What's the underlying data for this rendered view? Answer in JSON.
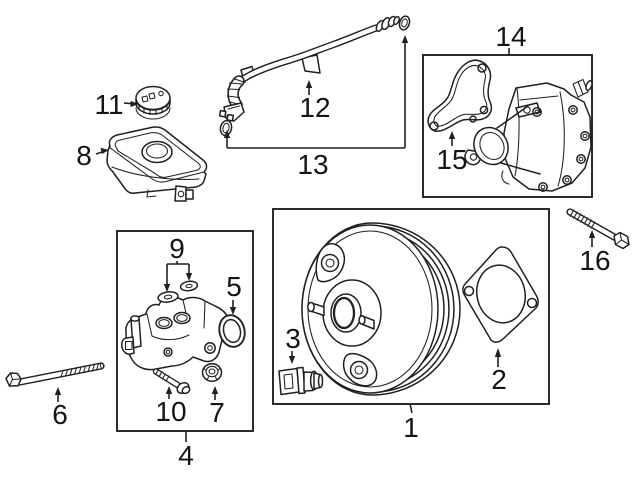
{
  "diagram": {
    "kind": "exploded-parts-line-diagram",
    "background_color": "#ffffff",
    "line_color": "#231f20",
    "label_color": "#141414"
  },
  "callouts": [
    {
      "label": "1"
    },
    {
      "label": "2"
    },
    {
      "label": "3"
    },
    {
      "label": "4"
    },
    {
      "label": "5"
    },
    {
      "label": "6"
    },
    {
      "label": "7"
    },
    {
      "label": "8"
    },
    {
      "label": "9"
    },
    {
      "label": "10"
    },
    {
      "label": "11"
    },
    {
      "label": "12"
    },
    {
      "label": "13"
    },
    {
      "label": "14"
    },
    {
      "label": "15"
    },
    {
      "label": "16"
    }
  ]
}
